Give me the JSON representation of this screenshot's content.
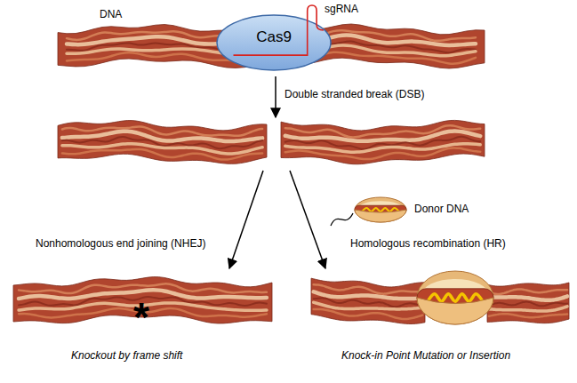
{
  "diagram": {
    "nodes": [
      {
        "text": [
          "Cas9"
        ]
      }
    ],
    "labels": [
      "DNA",
      "sgRNA",
      "Double stranded break (DSB)",
      "Donor DNA",
      "Nonhomologous end joining (NHEJ)",
      "Homologous recombination (HR)",
      "*",
      "Knockout by frame shift",
      "Knock-in Point Mutation or Insertion"
    ]
  }
}
